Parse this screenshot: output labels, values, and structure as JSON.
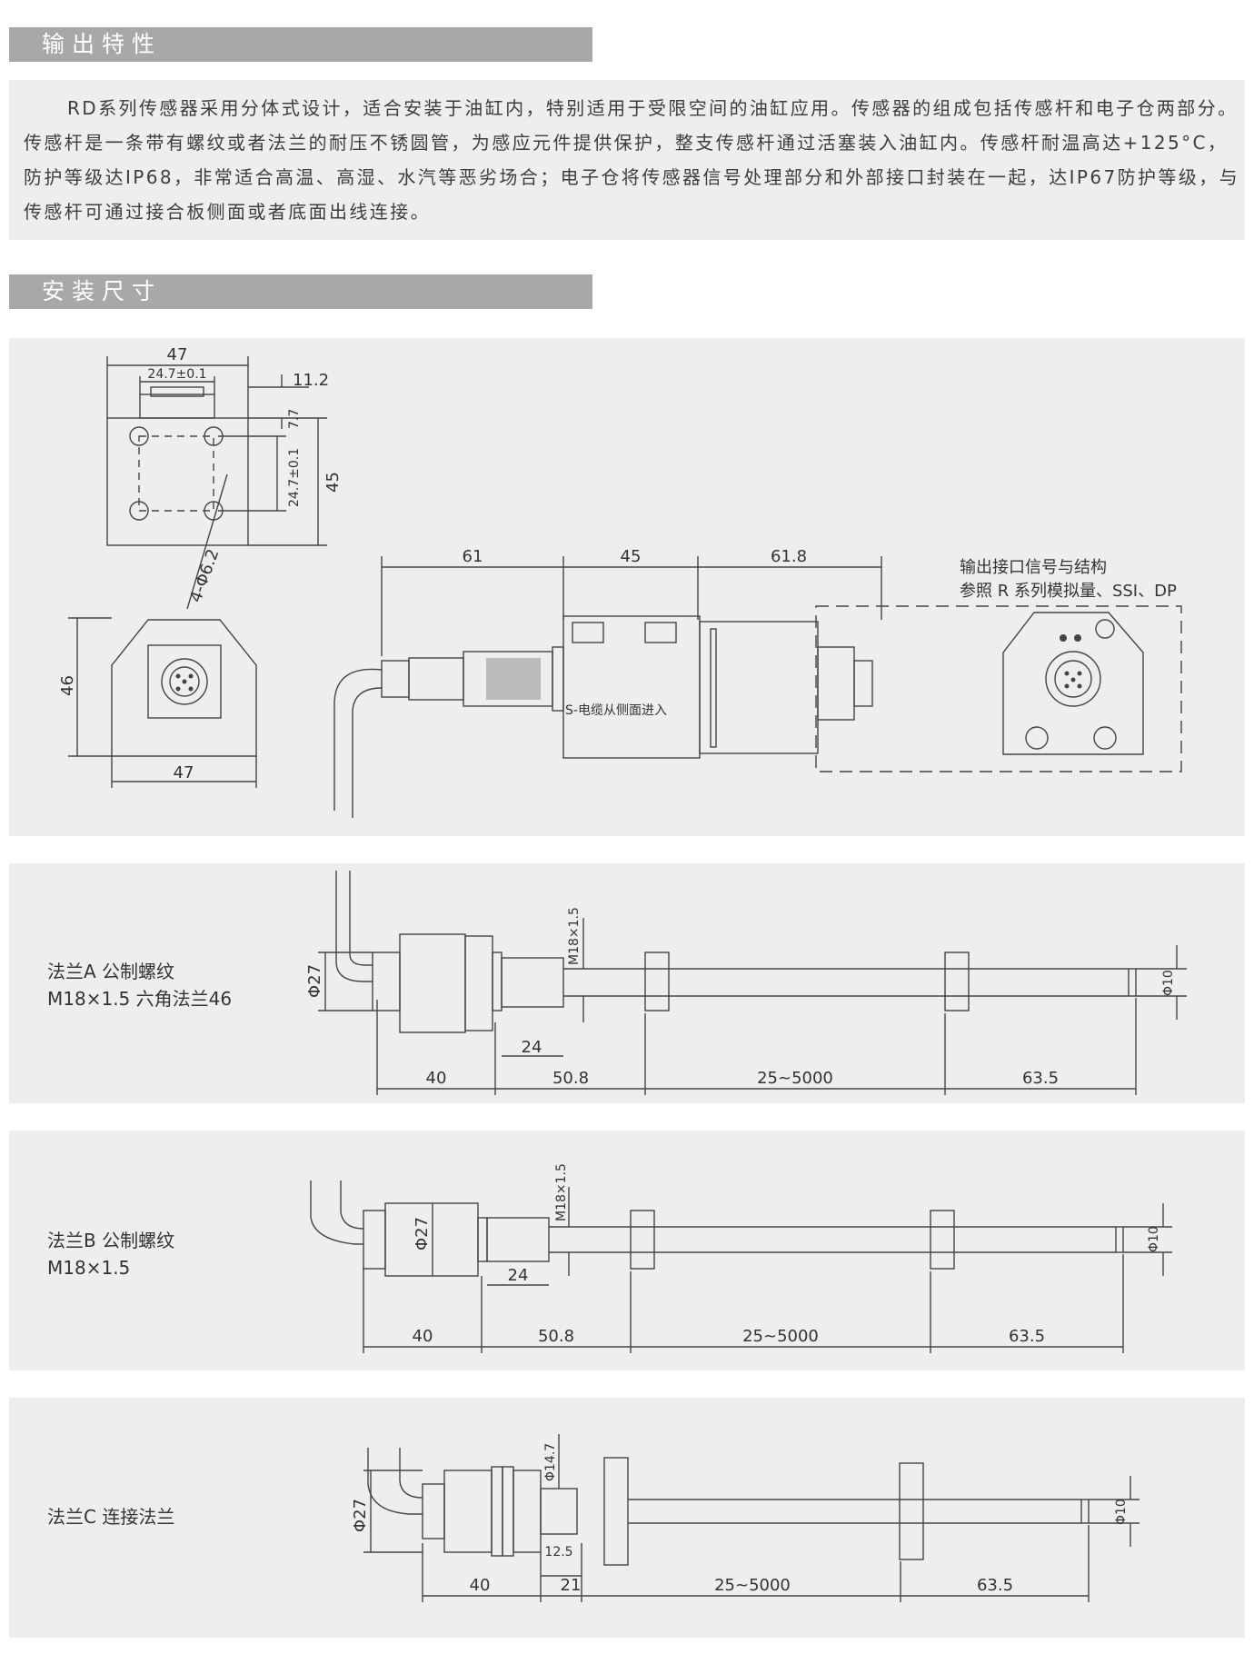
{
  "sections": {
    "output": {
      "title": "输出特性"
    },
    "install": {
      "title": "安装尺寸"
    }
  },
  "intro": {
    "text": "RD系列传感器采用分体式设计，适合安装于油缸内，特别适用于受限空间的油缸应用。传感器的组成包括传感杆和电子仓两部分。传感杆是一条带有螺纹或者法兰的耐压不锈圆管，为感应元件提供保护，整支传感杆通过活塞装入油缸内。传感杆耐温高达+125°C，防护等级达IP68，非常适合高温、高湿、水汽等恶劣场合；电子仓将传感器信号处理部分和外部接口封装在一起，达IP67防护等级，与传感杆可通过接合板侧面或者底面出线连接。"
  },
  "drawing1": {
    "top_width": "47",
    "slot_width": "24.7±0.1",
    "offset": "11.2",
    "v_small": "7.7",
    "v_spacing": "24.7±0.1",
    "height45": "45",
    "holes": "4-Φ6.2",
    "front_height": "46",
    "front_width": "47",
    "len61": "61",
    "len45": "45",
    "len618": "61.8",
    "cable_note": "S-电缆从侧面进入",
    "ref_line1": "输出接口信号与结构",
    "ref_line2": "参照 R 系列模拟量、SSI、DP"
  },
  "flangeA": {
    "label1": "法兰A 公制螺纹",
    "label2": "M18×1.5 六角法兰46",
    "thread": "M18×1.5",
    "dia27": "Φ27",
    "dia10": "Φ10",
    "d24": "24",
    "d40": "40",
    "d508": "50.8",
    "stroke": "25~5000",
    "d635": "63.5"
  },
  "flangeB": {
    "label1": "法兰B 公制螺纹",
    "label2": "M18×1.5",
    "thread": "M18×1.5",
    "dia27": "Φ27",
    "dia10": "Φ10",
    "d24": "24",
    "d40": "40",
    "d508": "50.8",
    "stroke": "25~5000",
    "d635": "63.5"
  },
  "flangeC": {
    "label1": "法兰C 连接法兰",
    "dia147": "Φ14.7",
    "dia27": "Φ27",
    "dia10": "Φ10",
    "d125": "12.5",
    "d40": "40",
    "d21": "21",
    "stroke": "25~5000",
    "d635": "63.5"
  }
}
